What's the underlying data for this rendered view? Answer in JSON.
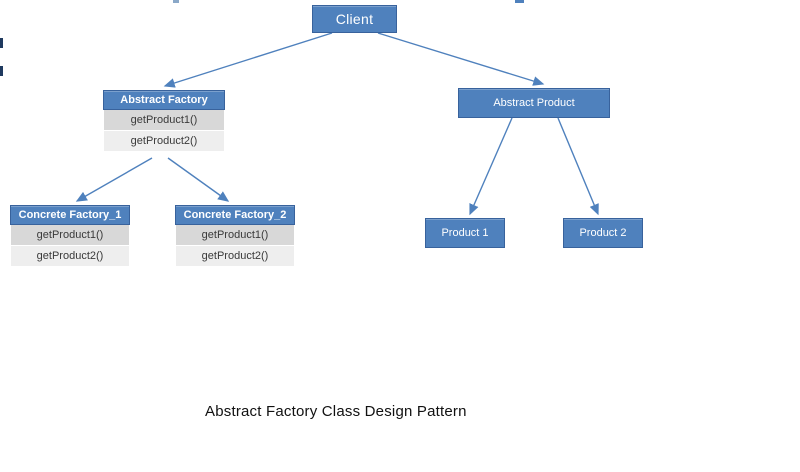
{
  "diagram": {
    "caption": "Abstract Factory Class Design Pattern",
    "client": {
      "label": "Client"
    },
    "abstract_factory": {
      "title": "Abstract Factory",
      "methods": [
        "getProduct1()",
        "getProduct2()"
      ]
    },
    "concrete_factory_1": {
      "title": "Concrete Factory_1",
      "methods": [
        "getProduct1()",
        "getProduct2()"
      ]
    },
    "concrete_factory_2": {
      "title": "Concrete Factory_2",
      "methods": [
        "getProduct1()",
        "getProduct2()"
      ]
    },
    "abstract_product": {
      "label": "Abstract Product"
    },
    "product_1": {
      "label": "Product 1"
    },
    "product_2": {
      "label": "Product 2"
    },
    "colors": {
      "node_fill": "#4f81bd",
      "node_border": "#38629c",
      "connector": "#4f81bd",
      "method_row_dark": "#d8d8d8",
      "method_row_light": "#eeeeee",
      "caption_color": "#111111",
      "background": "#ffffff"
    }
  }
}
